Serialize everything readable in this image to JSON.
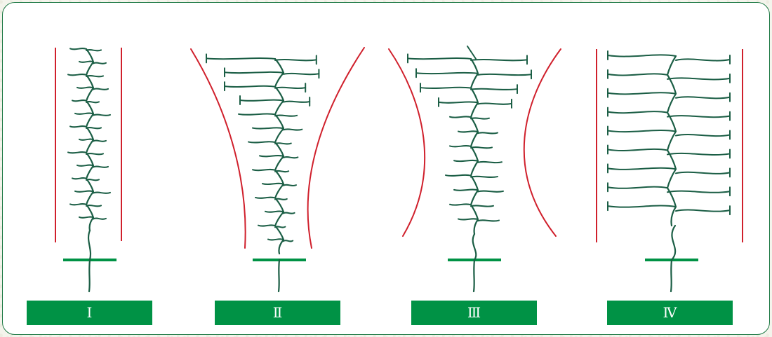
{
  "colors": {
    "frame": "#1f7a45",
    "plant": "#1b5e45",
    "boundary": "#d0202c",
    "ground": "#009245",
    "label_bg": "#009245",
    "label_text": "#ffffff"
  },
  "panels": [
    {
      "label": "Ⅰ",
      "boundary_shape": "straight"
    },
    {
      "label": "Ⅱ",
      "boundary_shape": "widening-upward"
    },
    {
      "label": "Ⅲ",
      "boundary_shape": "bulging-inward"
    },
    {
      "label": "Ⅳ",
      "boundary_shape": "straight"
    }
  ]
}
